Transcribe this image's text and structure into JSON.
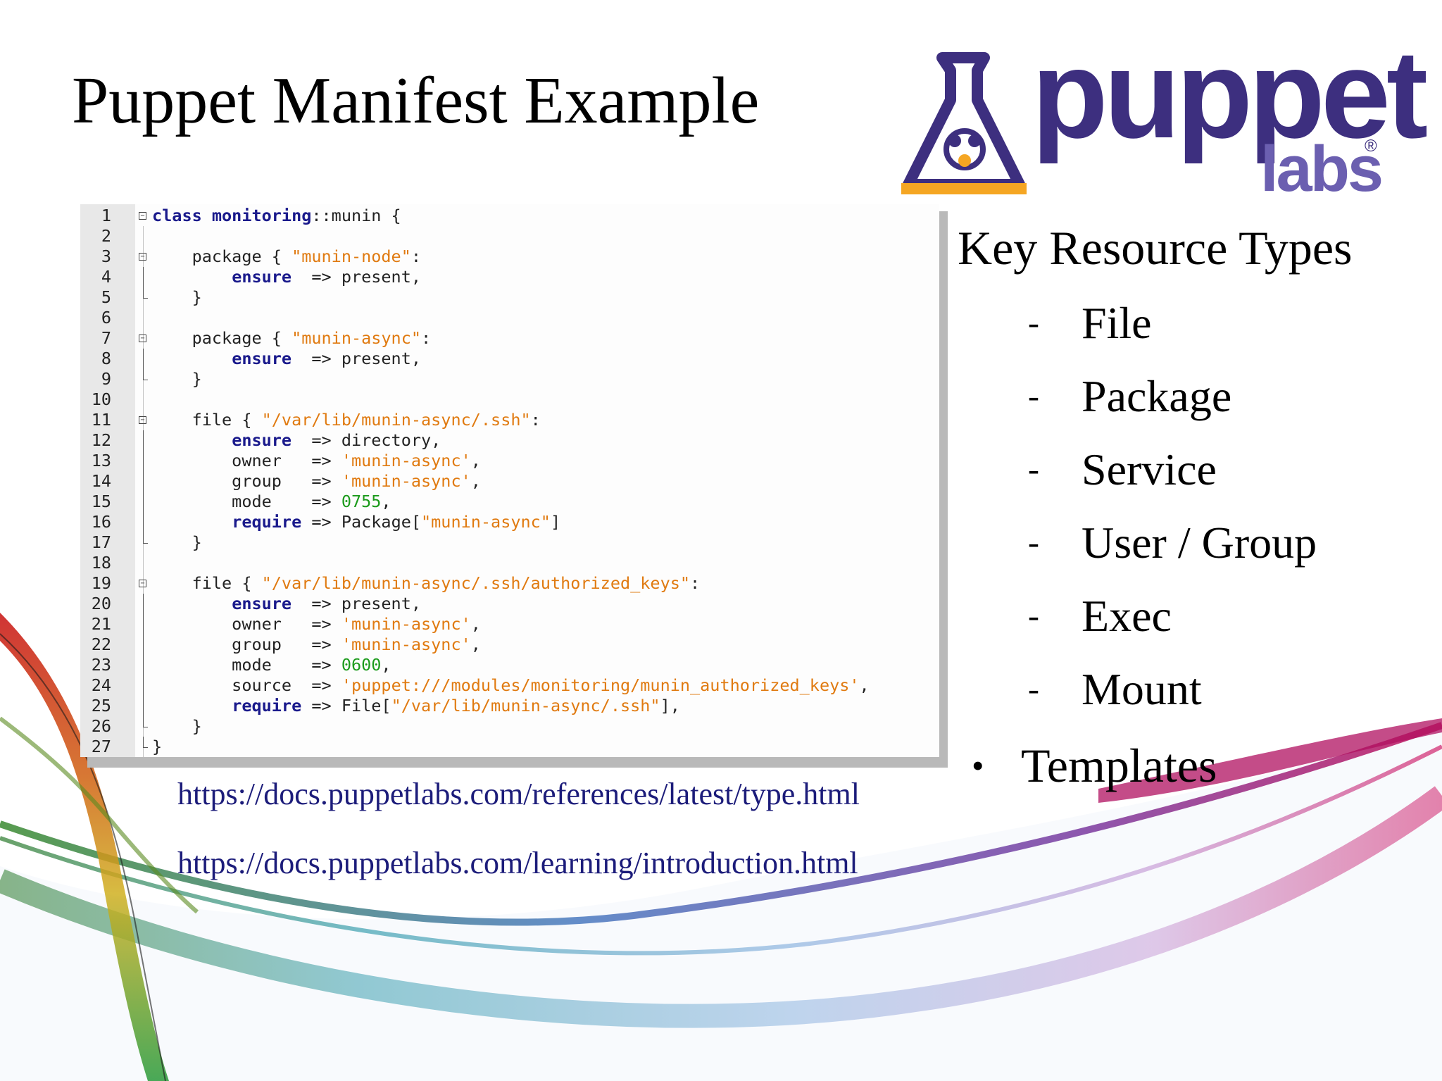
{
  "slide": {
    "title": "Puppet Manifest Example"
  },
  "logo": {
    "wordmark": "puppet",
    "sub": "labs",
    "registered": "®",
    "colors": {
      "primary": "#3d2f7f",
      "secondary": "#6b5fb0",
      "accent": "#f5a623"
    }
  },
  "code": {
    "lines": [
      {
        "n": "1",
        "fold": "open",
        "parts": [
          [
            "kw",
            "class "
          ],
          [
            "kw",
            "monitoring"
          ],
          [
            "t",
            "::munin {"
          ]
        ]
      },
      {
        "n": "2",
        "fold": "",
        "parts": []
      },
      {
        "n": "3",
        "fold": "open",
        "parts": [
          [
            "t",
            "    package { "
          ],
          [
            "str",
            "\"munin-node\""
          ],
          [
            "t",
            ":"
          ]
        ]
      },
      {
        "n": "4",
        "fold": "line",
        "parts": [
          [
            "t",
            "        "
          ],
          [
            "kw",
            "ensure"
          ],
          [
            "t",
            "  => present,"
          ]
        ]
      },
      {
        "n": "5",
        "fold": "end",
        "parts": [
          [
            "t",
            "    }"
          ]
        ]
      },
      {
        "n": "6",
        "fold": "",
        "parts": []
      },
      {
        "n": "7",
        "fold": "open",
        "parts": [
          [
            "t",
            "    package { "
          ],
          [
            "str",
            "\"munin-async\""
          ],
          [
            "t",
            ":"
          ]
        ]
      },
      {
        "n": "8",
        "fold": "line",
        "parts": [
          [
            "t",
            "        "
          ],
          [
            "kw",
            "ensure"
          ],
          [
            "t",
            "  => present,"
          ]
        ]
      },
      {
        "n": "9",
        "fold": "end",
        "parts": [
          [
            "t",
            "    }"
          ]
        ]
      },
      {
        "n": "10",
        "fold": "",
        "parts": []
      },
      {
        "n": "11",
        "fold": "open",
        "parts": [
          [
            "t",
            "    file { "
          ],
          [
            "str",
            "\"/var/lib/munin-async/.ssh\""
          ],
          [
            "t",
            ":"
          ]
        ]
      },
      {
        "n": "12",
        "fold": "line",
        "parts": [
          [
            "t",
            "        "
          ],
          [
            "kw",
            "ensure"
          ],
          [
            "t",
            "  => directory,"
          ]
        ]
      },
      {
        "n": "13",
        "fold": "line",
        "parts": [
          [
            "t",
            "        owner   => "
          ],
          [
            "str",
            "'munin-async'"
          ],
          [
            "t",
            ","
          ]
        ]
      },
      {
        "n": "14",
        "fold": "line",
        "parts": [
          [
            "t",
            "        group   => "
          ],
          [
            "str",
            "'munin-async'"
          ],
          [
            "t",
            ","
          ]
        ]
      },
      {
        "n": "15",
        "fold": "line",
        "parts": [
          [
            "t",
            "        mode    => "
          ],
          [
            "num",
            "0755"
          ],
          [
            "t",
            ","
          ]
        ]
      },
      {
        "n": "16",
        "fold": "line",
        "parts": [
          [
            "t",
            "        "
          ],
          [
            "kw",
            "require"
          ],
          [
            "t",
            " => Package["
          ],
          [
            "str",
            "\"munin-async\""
          ],
          [
            "t",
            "]"
          ]
        ]
      },
      {
        "n": "17",
        "fold": "end",
        "parts": [
          [
            "t",
            "    }"
          ]
        ]
      },
      {
        "n": "18",
        "fold": "",
        "parts": []
      },
      {
        "n": "19",
        "fold": "open",
        "parts": [
          [
            "t",
            "    file { "
          ],
          [
            "str",
            "\"/var/lib/munin-async/.ssh/authorized_keys\""
          ],
          [
            "t",
            ":"
          ]
        ]
      },
      {
        "n": "20",
        "fold": "line",
        "parts": [
          [
            "t",
            "        "
          ],
          [
            "kw",
            "ensure"
          ],
          [
            "t",
            "  => present,"
          ]
        ]
      },
      {
        "n": "21",
        "fold": "line",
        "parts": [
          [
            "t",
            "        owner   => "
          ],
          [
            "str",
            "'munin-async'"
          ],
          [
            "t",
            ","
          ]
        ]
      },
      {
        "n": "22",
        "fold": "line",
        "parts": [
          [
            "t",
            "        group   => "
          ],
          [
            "str",
            "'munin-async'"
          ],
          [
            "t",
            ","
          ]
        ]
      },
      {
        "n": "23",
        "fold": "line",
        "parts": [
          [
            "t",
            "        mode    => "
          ],
          [
            "num",
            "0600"
          ],
          [
            "t",
            ","
          ]
        ]
      },
      {
        "n": "24",
        "fold": "line",
        "parts": [
          [
            "t",
            "        source  => "
          ],
          [
            "str",
            "'puppet:///modules/monitoring/munin_authorized_keys'"
          ],
          [
            "t",
            ","
          ]
        ]
      },
      {
        "n": "25",
        "fold": "line",
        "parts": [
          [
            "t",
            "        "
          ],
          [
            "kw",
            "require"
          ],
          [
            "t",
            " => File["
          ],
          [
            "str",
            "\"/var/lib/munin-async/.ssh\""
          ],
          [
            "t",
            "],"
          ]
        ]
      },
      {
        "n": "26",
        "fold": "end",
        "parts": [
          [
            "t",
            "    }"
          ]
        ]
      },
      {
        "n": "27",
        "fold": "end",
        "parts": [
          [
            "t",
            "}"
          ]
        ]
      }
    ],
    "colors": {
      "keyword": "#1a1a8c",
      "string": "#e07a10",
      "number": "#1c9b1c"
    }
  },
  "links": [
    "https://docs.puppetlabs.com/references/latest/type.html",
    "https://docs.puppetlabs.com/learning/introduction.html"
  ],
  "resources": {
    "heading": "Key Resource Types",
    "dash": "-",
    "items": [
      "File",
      "Package",
      "Service",
      "User / Group",
      "Exec",
      "Mount"
    ]
  },
  "templates": {
    "bullet": "•",
    "label": "Templates"
  }
}
